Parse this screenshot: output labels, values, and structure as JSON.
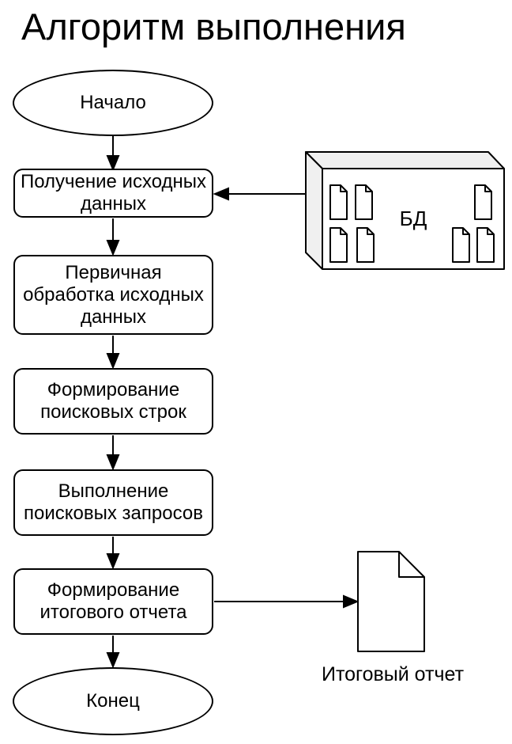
{
  "title": "Алгоритм выполнения",
  "nodes": {
    "start": "Начало",
    "get_data": "Получение исходных\nданных",
    "primary_processing": "Первичная\nобработка исходных\nданных",
    "form_search_strings": "Формирование\nпоисковых строк",
    "run_search_queries": "Выполнение\nпоисковых запросов",
    "form_final_report": "Формирование\nитогового отчета",
    "end": "Конец"
  },
  "database": {
    "label": "БД",
    "file_icon_count": 7
  },
  "report": {
    "label": "Итоговый отчет"
  },
  "colors": {
    "stroke": "#000000",
    "node_fill": "#ffffff",
    "shade_fill": "#f0f0f0",
    "text": "#000000",
    "background": "#ffffff"
  }
}
